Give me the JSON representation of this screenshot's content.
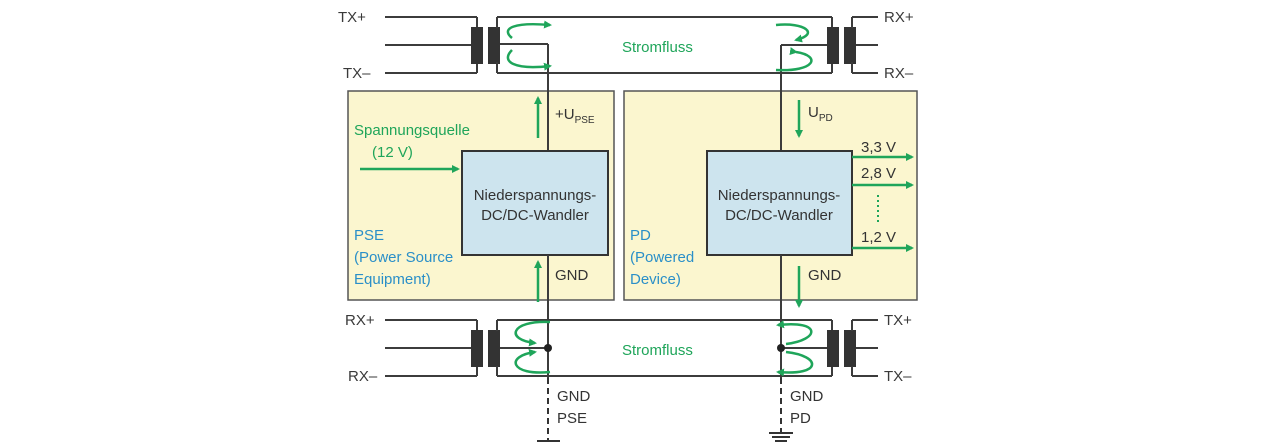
{
  "diagram": {
    "top_left_labels": {
      "plus": "TX+",
      "minus": "TX–"
    },
    "top_right_labels": {
      "plus": "RX+",
      "minus": "RX–"
    },
    "bottom_left_labels": {
      "plus": "RX+",
      "minus": "RX–"
    },
    "bottom_right_labels": {
      "plus": "TX+",
      "minus": "TX–"
    },
    "current_flow_top": "Stromfluss",
    "current_flow_bottom": "Stromfluss",
    "pse": {
      "source_label_line1": "Spannungsquelle",
      "source_label_line2": "(12 V)",
      "voltage_label_main": "+U",
      "voltage_label_sub": "PSE",
      "converter_line1": "Niederspannungs-",
      "converter_line2": "DC/DC-Wandler",
      "gnd_label": "GND",
      "name_line1": "PSE",
      "name_line2": "(Power Source",
      "name_line3": "Equipment)",
      "ground_label_line1": "GND",
      "ground_label_line2": "PSE"
    },
    "pd": {
      "voltage_label_main": "U",
      "voltage_label_sub": "PD",
      "converter_line1": "Niederspannungs-",
      "converter_line2": "DC/DC-Wandler",
      "gnd_label": "GND",
      "outputs": [
        "3,3 V",
        "2,8 V",
        "1,2 V"
      ],
      "name_line1": "PD",
      "name_line2": "(Powered",
      "name_line3": "Device)",
      "ground_label_line1": "GND",
      "ground_label_line2": "PD"
    },
    "colors": {
      "flow": "#1fa55a",
      "panel_fill": "#fbf6cf",
      "converter_fill": "#cde4ee",
      "label_blue": "#2a8fc8",
      "wire": "#3c3c3c"
    }
  }
}
